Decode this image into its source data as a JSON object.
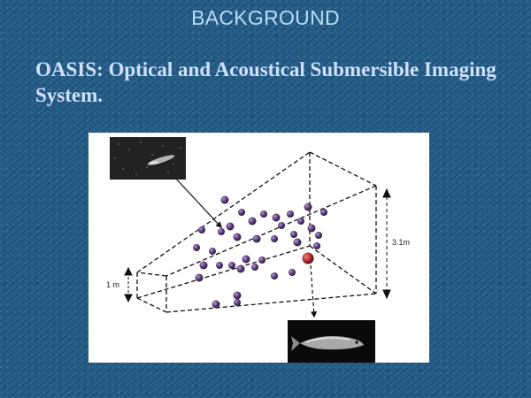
{
  "slide": {
    "title": "BACKGROUND",
    "heading": "OASIS: Optical and Acoustical Submersible Imaging System."
  },
  "diagram": {
    "height_label": "3.1m",
    "depth_label": "1 m",
    "colors": {
      "background": "#1f5a86",
      "title": "#b7dcf4",
      "heading": "#cfe0ff",
      "target": "#5a3f7a",
      "highlighted_target": "#b02a35"
    }
  }
}
